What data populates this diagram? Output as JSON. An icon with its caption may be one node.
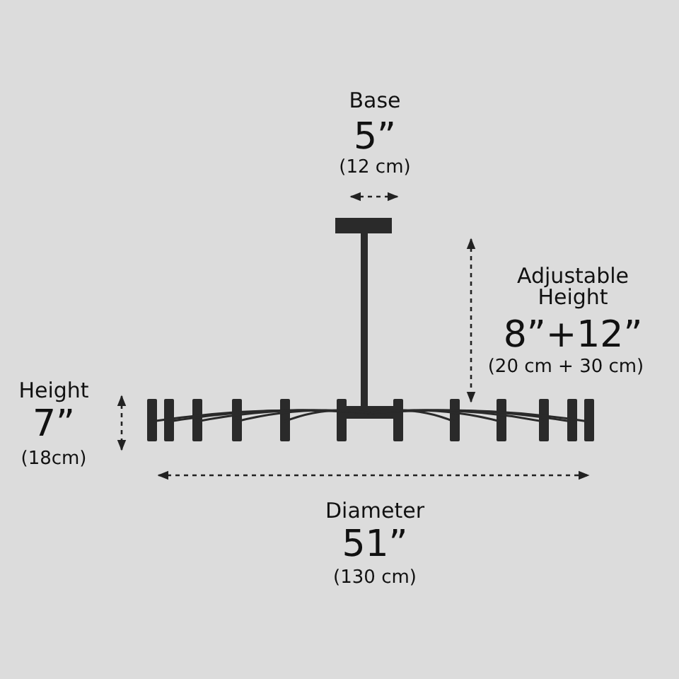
{
  "diagram": {
    "labels": [
      "Base",
      "5”",
      "(12 cm)",
      "Adjustable Height",
      "8”+12”",
      "(20 cm + 30 cm)",
      "Height",
      "7”",
      "(18cm)",
      "Diameter",
      "51”",
      "(130 cm)"
    ]
  }
}
